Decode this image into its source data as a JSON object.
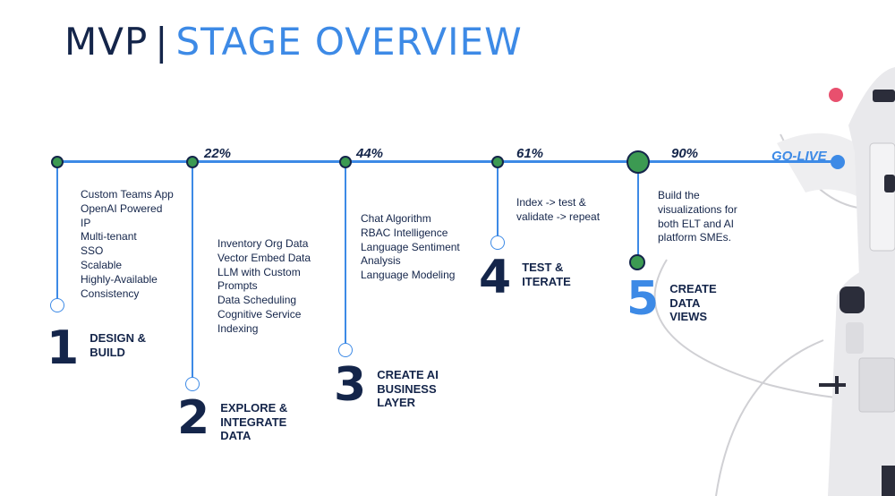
{
  "title": {
    "part1": "MVP",
    "separator": "|",
    "part2": "STAGE OVERVIEW"
  },
  "milestones": [
    {
      "percent": ""
    },
    {
      "percent": "22%"
    },
    {
      "percent": "44%"
    },
    {
      "percent": "61%"
    },
    {
      "percent": "90%"
    }
  ],
  "end_label": "GO-LIVE",
  "stages": [
    {
      "number": "1",
      "name_lines": [
        "DESIGN &",
        "BUILD"
      ],
      "items": [
        "Custom Teams App",
        "OpenAI Powered",
        "IP",
        "Multi-tenant",
        "SSO",
        "Scalable",
        "Highly-Available",
        "Consistency"
      ]
    },
    {
      "number": "2",
      "name_lines": [
        "EXPLORE &",
        "INTEGRATE",
        "DATA"
      ],
      "items": [
        "Inventory Org Data",
        "Vector Embed Data",
        "LLM with Custom",
        "Prompts",
        "Data Scheduling",
        "Cognitive Service",
        "Indexing"
      ]
    },
    {
      "number": "3",
      "name_lines": [
        "CREATE AI",
        "BUSINESS",
        "LAYER"
      ],
      "items": [
        "Chat Algorithm",
        "RBAC Intelligence",
        "Language Sentiment",
        "Analysis",
        "Language Modeling"
      ]
    },
    {
      "number": "4",
      "name_lines": [
        "TEST &",
        "ITERATE"
      ],
      "items": [
        "Index -> test &",
        "validate -> repeat"
      ]
    },
    {
      "number": "5",
      "name_lines": [
        "CREATE",
        "DATA",
        "VIEWS"
      ],
      "items": [
        "Build the",
        "visualizations for",
        "both ELT and AI",
        "platform SMEs."
      ]
    }
  ],
  "colors": {
    "navy": "#14254a",
    "blue": "#3d8ae6",
    "green": "#3c9a52",
    "pink": "#e8506e"
  }
}
